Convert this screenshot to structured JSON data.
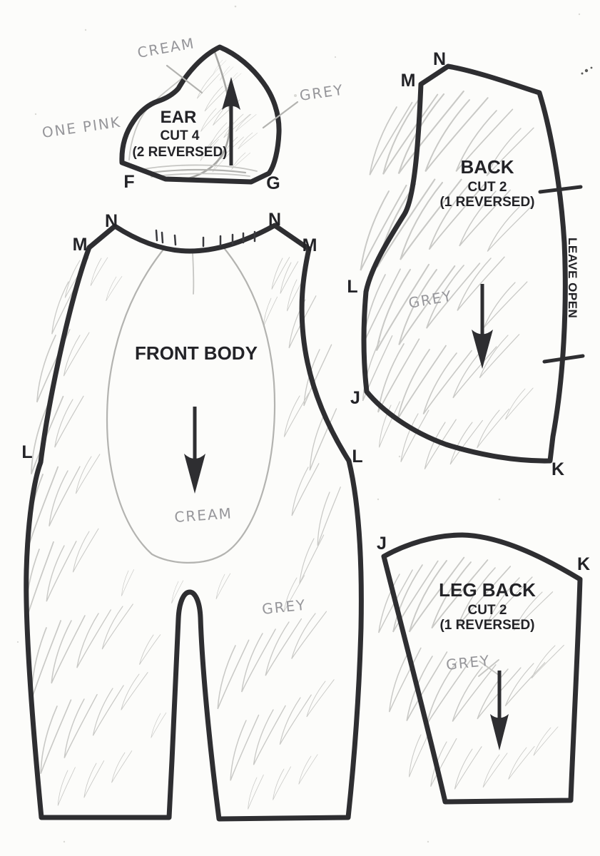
{
  "pieces": {
    "ear": {
      "title": "EAR",
      "cut": "CUT 4",
      "reversed": "(2 REVERSED)",
      "labels": {
        "f": "F",
        "g": "G"
      },
      "notes": {
        "cream": "CREAM",
        "grey": "GREY",
        "one_pink": "ONE PINK"
      }
    },
    "front_body": {
      "title": "FRONT BODY",
      "labels": {
        "n_left": "N",
        "n_right": "N",
        "m_left": "M",
        "m_right": "M",
        "l_left": "L",
        "l_right": "L"
      },
      "notes": {
        "cream": "CREAM",
        "grey": "GREY"
      }
    },
    "back": {
      "title": "BACK",
      "cut": "CUT 2",
      "reversed": "(1 REVERSED)",
      "edge_note": "LEAVE OPEN",
      "labels": {
        "m": "M",
        "n": "N",
        "l": "L",
        "j": "J",
        "k": "K"
      },
      "notes": {
        "grey": "GREY"
      }
    },
    "leg_back": {
      "title": "LEG BACK",
      "cut": "CUT 2",
      "reversed": "(1 REVERSED)",
      "labels": {
        "j": "J",
        "k": "K"
      },
      "notes": {
        "grey": "GREY"
      }
    }
  },
  "colors": {
    "outline": "#2e2e31",
    "print_text": "#232327",
    "pencil": "#c6c6c3",
    "handwriting": "#96969a",
    "paper": "#fcfcfa"
  }
}
